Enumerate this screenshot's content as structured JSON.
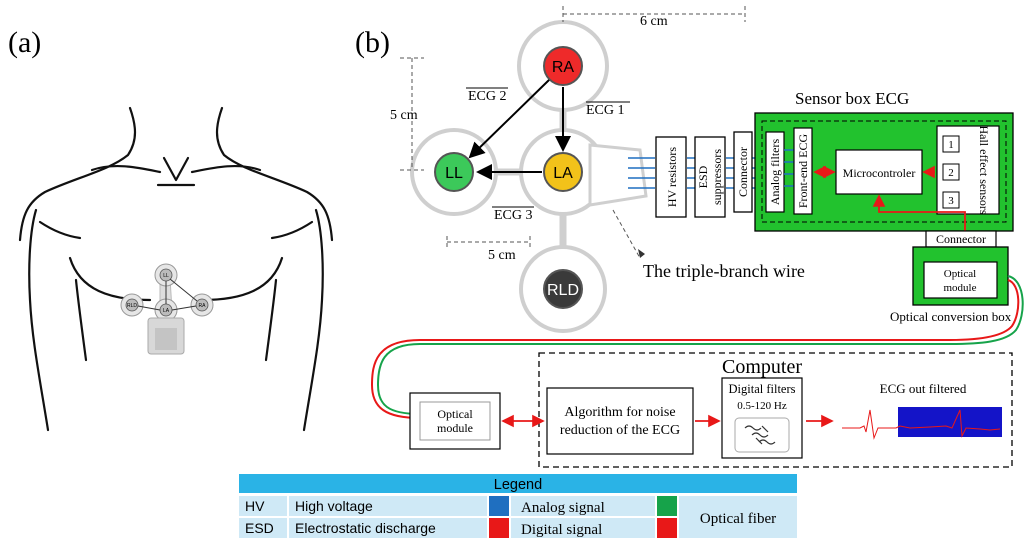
{
  "panel_a": {
    "label": "(a)"
  },
  "panel_b": {
    "label": "(b)"
  },
  "electrodes": {
    "ra": "RA",
    "ll": "LL",
    "la": "LA",
    "rld": "RLD",
    "small_labels": [
      "LL",
      "RLD",
      "LA",
      "RA"
    ]
  },
  "leads": {
    "ecg1": "ECG 1",
    "ecg2": "ECG 2",
    "ecg3": "ECG 3"
  },
  "dimensions": {
    "top": "6 cm",
    "left": "5 cm",
    "bottom": "5 cm"
  },
  "wire_label": "The triple-branch wire",
  "chain": {
    "hv_resistors": "HV resistors",
    "esd_suppressors": [
      "ESD",
      "suppressors"
    ],
    "connector": "Connector"
  },
  "sensor_box": {
    "title": "Sensor box ECG",
    "analog_filters": "Analog filters",
    "front_end": "Front-end ECG",
    "microcontroller": "Microcontroler",
    "hall_sensors": "Hall effect sensors",
    "sensor_numbers": [
      "1",
      "2",
      "3"
    ]
  },
  "conversion_box": {
    "connector": "Connector",
    "optical_module": [
      "Optical",
      "module"
    ],
    "caption": "Optical conversion box"
  },
  "computer": {
    "title": "Computer",
    "optical_module": [
      "Optical",
      "module"
    ],
    "algorithm": [
      "Algorithm for noise",
      "reduction of the ECG"
    ],
    "digital_filters": "Digital filters",
    "frequency": "0.5-120 Hz",
    "output_label": "ECG out filtered"
  },
  "legend": {
    "title": "Legend",
    "rows": [
      {
        "abbr": "HV",
        "meaning": "High voltage",
        "signal": "Analog signal"
      },
      {
        "abbr": "ESD",
        "meaning": "Electrostatic discharge",
        "signal": "Digital signal"
      }
    ],
    "fiber": "Optical fiber"
  },
  "colors": {
    "green_box": "#22c22e",
    "analog": "#1f6fc0",
    "digital": "#e81818",
    "fiber_green": "#16a34a",
    "legend_header": "#2ab3e6",
    "legend_row": "#cfe9f6",
    "ra": "#ee2a2a",
    "ll": "#3cc95a",
    "la": "#f2c21a",
    "rld": "#3a3a3a",
    "ecg_output_bg": "#1414c8"
  },
  "icons": [
    "filter-waves-icon",
    "torso-illustration"
  ]
}
